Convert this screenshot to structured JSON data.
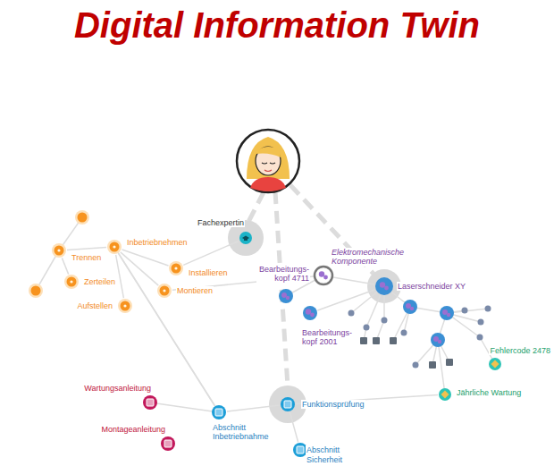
{
  "diagram": {
    "title": "Digital Information Twin",
    "nodes": [
      {
        "text": [
          "Fachexpertin"
        ]
      },
      {
        "text": [
          "Inbetriebnehmen"
        ]
      },
      {
        "text": [
          "Trennen"
        ]
      },
      {
        "text": [
          "Zerteilen"
        ]
      },
      {
        "text": [
          "Aufstellen"
        ]
      },
      {
        "text": [
          "Installieren"
        ]
      },
      {
        "text": [
          "Montieren"
        ]
      },
      {
        "text": [
          "Bearbeitungs- kopf 4711"
        ]
      },
      {
        "text": [
          "Laserschneider XY"
        ]
      },
      {
        "text": [
          "Bearbeitungs- kopf 2001"
        ]
      },
      {
        "text": [
          "Fehlercode 2478"
        ]
      },
      {
        "text": [
          "Jährliche Wartung"
        ]
      },
      {
        "text": [
          "Funktionsprüfung"
        ]
      },
      {
        "text": [
          "Abschnitt Inbetriebnahme"
        ]
      },
      {
        "text": [
          "Wartungsanleitung"
        ]
      },
      {
        "text": [
          "Montageanleitung"
        ]
      },
      {
        "text": [
          "Abschnitt Sicherheit"
        ]
      }
    ],
    "edges": [
      {
        "from": 1,
        "to": 2,
        "arrow": "none"
      },
      {
        "from": 2,
        "to": 3,
        "arrow": "none"
      },
      {
        "from": 1,
        "to": 4,
        "arrow": "none"
      },
      {
        "from": 1,
        "to": 5,
        "arrow": "none"
      },
      {
        "from": 1,
        "to": 6,
        "arrow": "none"
      },
      {
        "from": 0,
        "to": 5,
        "arrow": "none"
      },
      {
        "from": 6,
        "to": 7,
        "arrow": "none"
      },
      {
        "from": 7,
        "to": 8,
        "arrow": "none"
      },
      {
        "from": 8,
        "to": 9,
        "arrow": "none"
      },
      {
        "from": 1,
        "to": 13,
        "arrow": "none"
      },
      {
        "from": 13,
        "to": 12,
        "arrow": "none"
      },
      {
        "from": 12,
        "to": 16,
        "arrow": "none"
      },
      {
        "from": 11,
        "to": 12,
        "arrow": "none"
      }
    ],
    "labels": [
      "Elektromechanische Komponente"
    ]
  }
}
